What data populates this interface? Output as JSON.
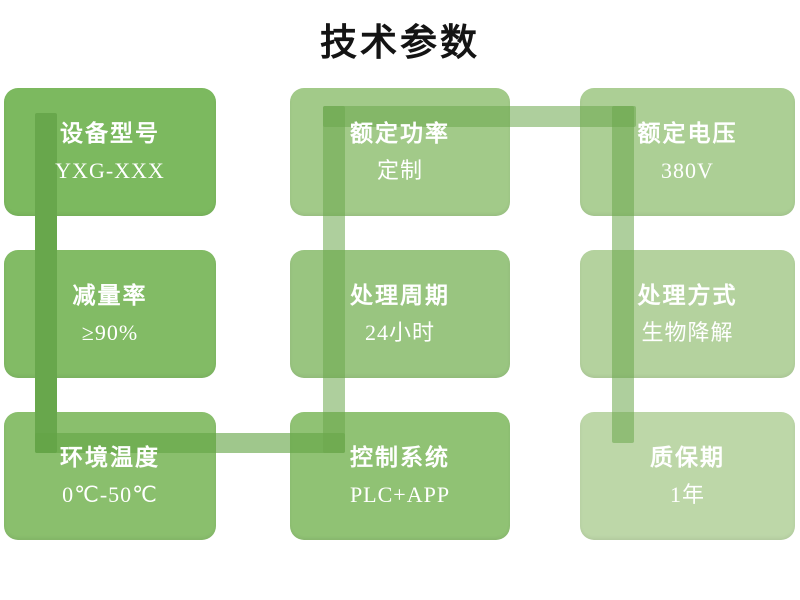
{
  "title": "技术参数",
  "boxes": [
    {
      "label": "设备型号",
      "value": "YXG-XXX",
      "color": "#7CB95F"
    },
    {
      "label": "额定功率",
      "value": "定制",
      "color": "#A2CA89"
    },
    {
      "label": "额定电压",
      "value": "380V",
      "color": "#ACCF95"
    },
    {
      "label": "减量率",
      "value": "≥90%",
      "color": "#82BB65"
    },
    {
      "label": "处理周期",
      "value": "24小时",
      "color": "#99C580"
    },
    {
      "label": "处理方式",
      "value": "生物降解",
      "color": "#B4D29E"
    },
    {
      "label": "环境温度",
      "value": "0℃-50℃",
      "color": "#8ABF6D"
    },
    {
      "label": "控制系统",
      "value": "PLC+APP",
      "color": "#90C274"
    },
    {
      "label": "质保期",
      "value": "1年",
      "color": "#BDD7A8"
    }
  ],
  "connector": {
    "solid_color": "#68A74C",
    "overlay_color": "#6CA84C"
  }
}
